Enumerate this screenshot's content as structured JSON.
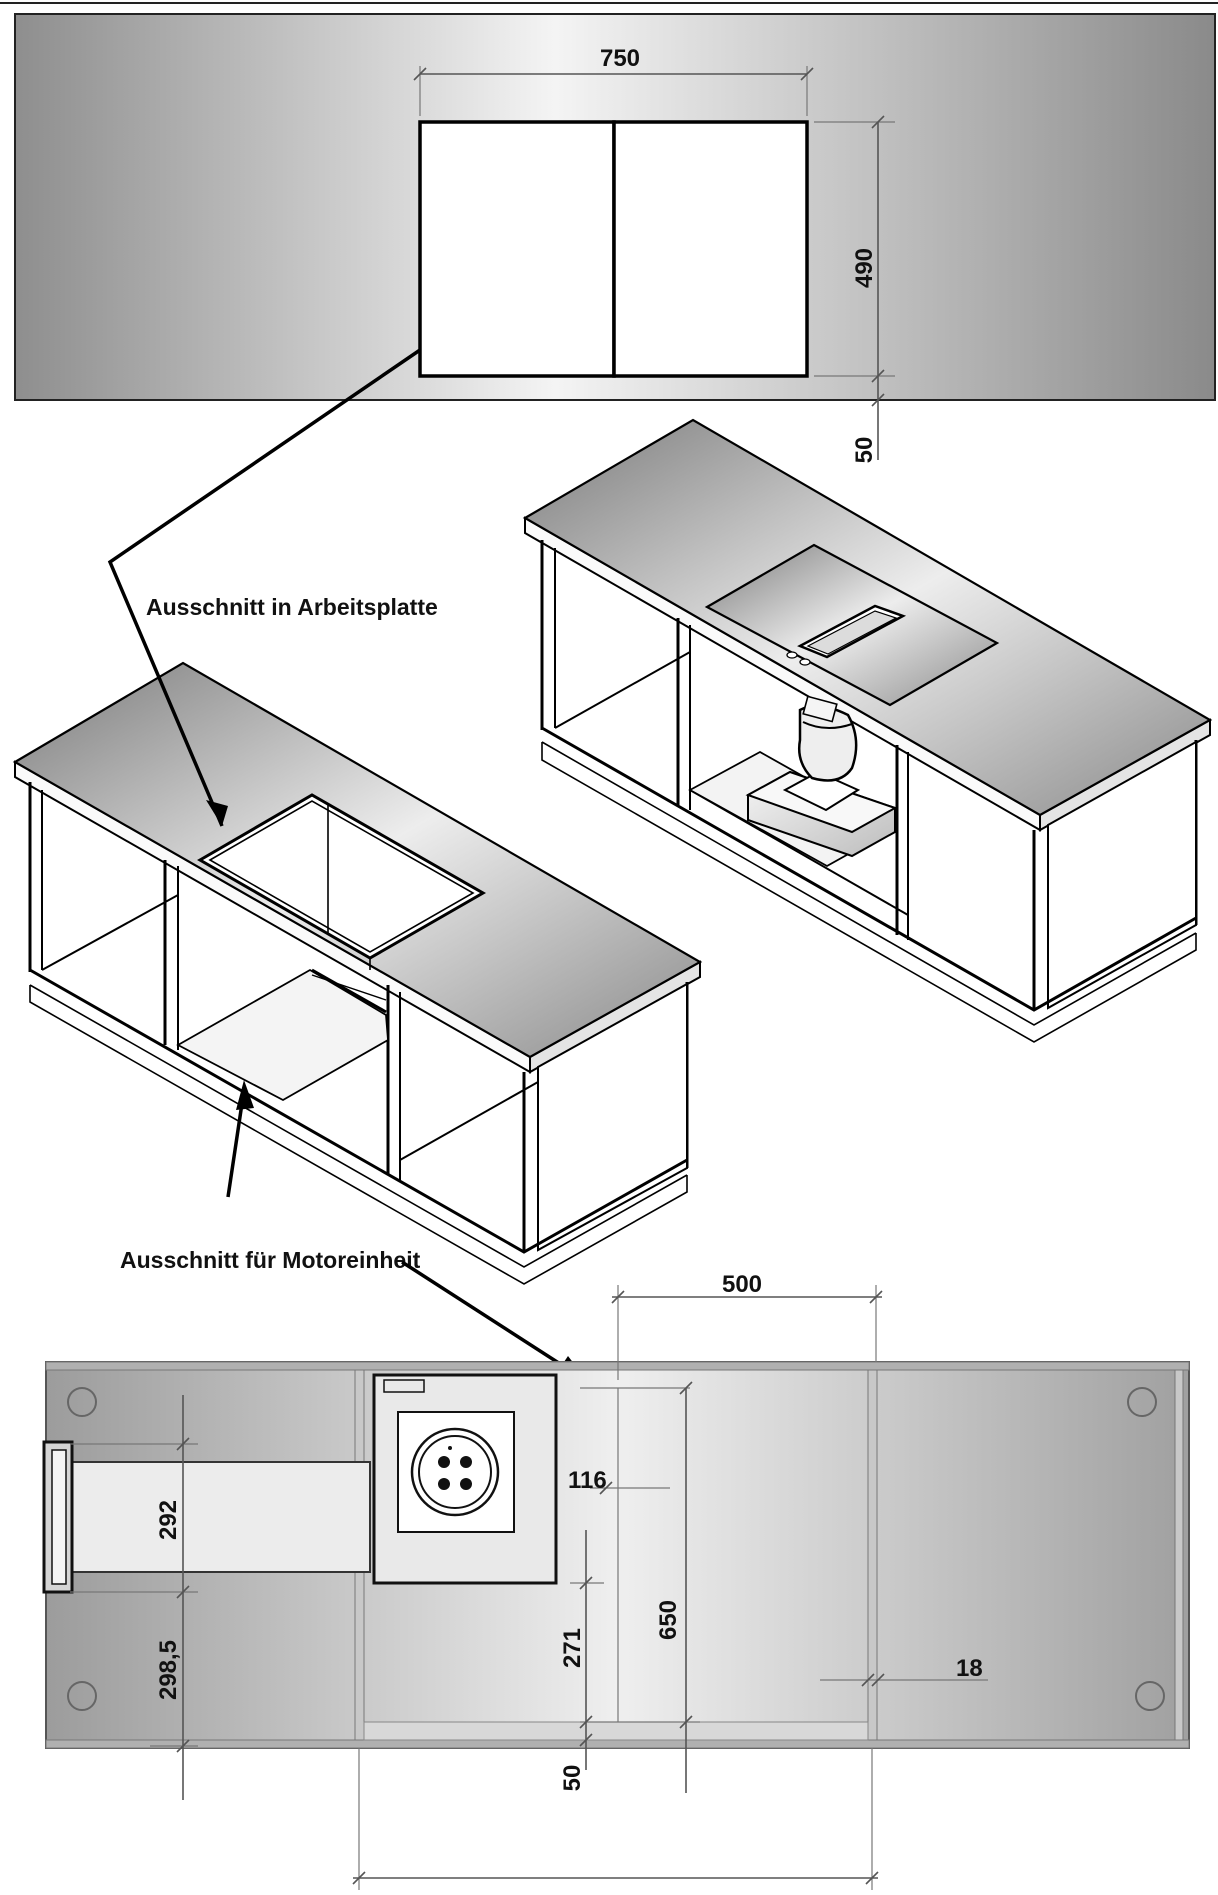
{
  "labels": {
    "cutout_worktop": "Ausschnitt in Arbeitsplatte",
    "cutout_motor": "Ausschnitt für Motoreinheit"
  },
  "dimensions": {
    "cutout_width": "750",
    "cutout_depth": "490",
    "front_offset": "50",
    "cabinet_width": "500",
    "panel_offset": "116",
    "channel_width": "292",
    "lower_offset": "298,5",
    "motor_offset": "271",
    "cabinet_depth": "650",
    "panel_thickness": "18",
    "plinth_offset": "50"
  }
}
